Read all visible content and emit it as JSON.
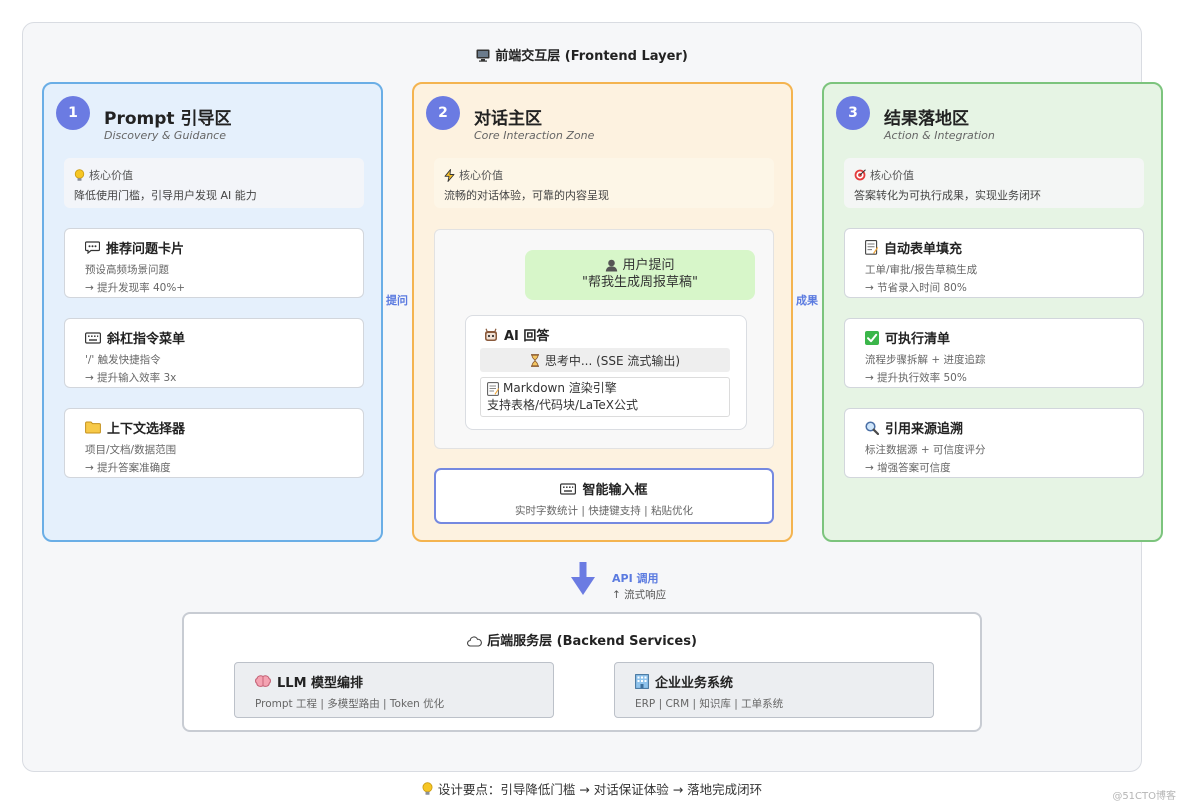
{
  "frontend": {
    "title": "前端交互层 (Frontend Layer)",
    "icon": "monitor-icon"
  },
  "zones": [
    {
      "number": "1",
      "title": "Prompt 引导区",
      "subtitle": "Discovery & Guidance",
      "value_label": "核心价值",
      "value_text": "降低使用门槛，引导用户发现 AI 能力",
      "cards": [
        {
          "title": "推荐问题卡片",
          "desc": "预设高频场景问题",
          "metric": "→ 提升发现率 40%+"
        },
        {
          "title": "斜杠指令菜单",
          "desc": "'/' 触发快捷指令",
          "metric": "→ 提升输入效率 3x"
        },
        {
          "title": "上下文选择器",
          "desc": "项目/文档/数据范围",
          "metric": "→ 提升答案准确度"
        }
      ]
    },
    {
      "number": "2",
      "title": "对话主区",
      "subtitle": "Core Interaction Zone",
      "value_label": "核心价值",
      "value_text": "流畅的对话体验，可靠的内容呈现",
      "chat": {
        "user_label": "用户提问",
        "user_text": "\"帮我生成周报草稿\"",
        "ai_title": "AI 回答",
        "thinking": "思考中... (SSE 流式输出)",
        "md_line1": "Markdown 渲染引擎",
        "md_line2": "支持表格/代码块/LaTeX公式"
      },
      "input": {
        "title": "智能输入框",
        "desc": "实时字数统计 | 快捷键支持 | 粘贴优化"
      }
    },
    {
      "number": "3",
      "title": "结果落地区",
      "subtitle": "Action & Integration",
      "value_label": "核心价值",
      "value_text": "答案转化为可执行成果，实现业务闭环",
      "cards": [
        {
          "title": "自动表单填充",
          "desc": "工单/审批/报告草稿生成",
          "metric": "→ 节省录入时间 80%"
        },
        {
          "title": "可执行清单",
          "desc": "流程步骤拆解 + 进度追踪",
          "metric": "→ 提升执行效率 50%"
        },
        {
          "title": "引用来源追溯",
          "desc": "标注数据源 + 可信度评分",
          "metric": "→ 增强答案可信度"
        }
      ]
    }
  ],
  "connectors": {
    "left": "提问",
    "right": "成果"
  },
  "api": {
    "label": "API 调用",
    "sub": "↑ 流式响应"
  },
  "backend": {
    "title": "后端服务层 (Backend Services)",
    "services": [
      {
        "title": "LLM 模型编排",
        "desc": "Prompt 工程 | 多模型路由 | Token 优化",
        "icon": "brain-icon"
      },
      {
        "title": "企业业务系统",
        "desc": "ERP | CRM | 知识库 | 工单系统",
        "icon": "office-building-icon"
      }
    ]
  },
  "footer": "设计要点：引导降低门槛 → 对话保证体验 → 落地完成闭环",
  "watermark": "@51CTO博客",
  "colors": {
    "accent": "#6b7be2",
    "zone1_border": "#6aaee6",
    "zone2_border": "#f4b450",
    "zone3_border": "#7cc47d",
    "connector": "#5b7be0"
  }
}
